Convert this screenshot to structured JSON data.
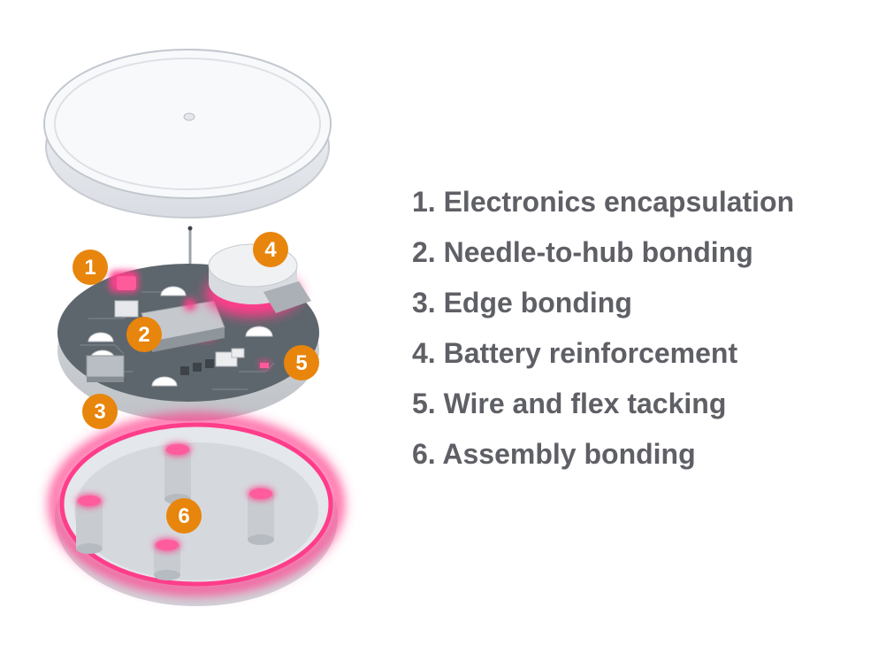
{
  "colors": {
    "badge": "#e8850c",
    "bond_highlight": "#ff3d8b",
    "pcb": "#5d666c",
    "text": "#5f6066"
  },
  "badges": [
    "1",
    "2",
    "3",
    "4",
    "5",
    "6"
  ],
  "legend": [
    "1. Electronics encapsulation",
    "2. Needle-to-hub bonding",
    "3. Edge bonding",
    "4. Battery reinforcement",
    "5. Wire and flex tacking",
    "6. Assembly bonding"
  ]
}
